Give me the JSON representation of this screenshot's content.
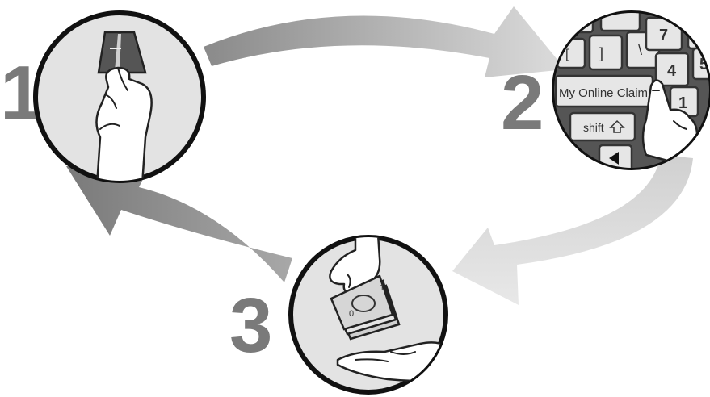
{
  "steps": [
    {
      "number": "1",
      "icon": "payment-card-in-hand"
    },
    {
      "number": "2",
      "icon": "keyboard-key-press"
    },
    {
      "number": "3",
      "icon": "cash-handover"
    }
  ],
  "keyboard": {
    "claim_key": "My Online Claim",
    "shift_key": "shift",
    "num7": "7",
    "num4": "4",
    "num5": "5",
    "num1": "1",
    "bracket_key": "]",
    "open_bracket_key": "[",
    "backslash_key": "\\"
  },
  "colors": {
    "arrow_dark": "#7d7d7d",
    "arrow_light": "#d6d6d6",
    "circle_fill": "#e3e3e3",
    "number": "#7a7a7a"
  }
}
